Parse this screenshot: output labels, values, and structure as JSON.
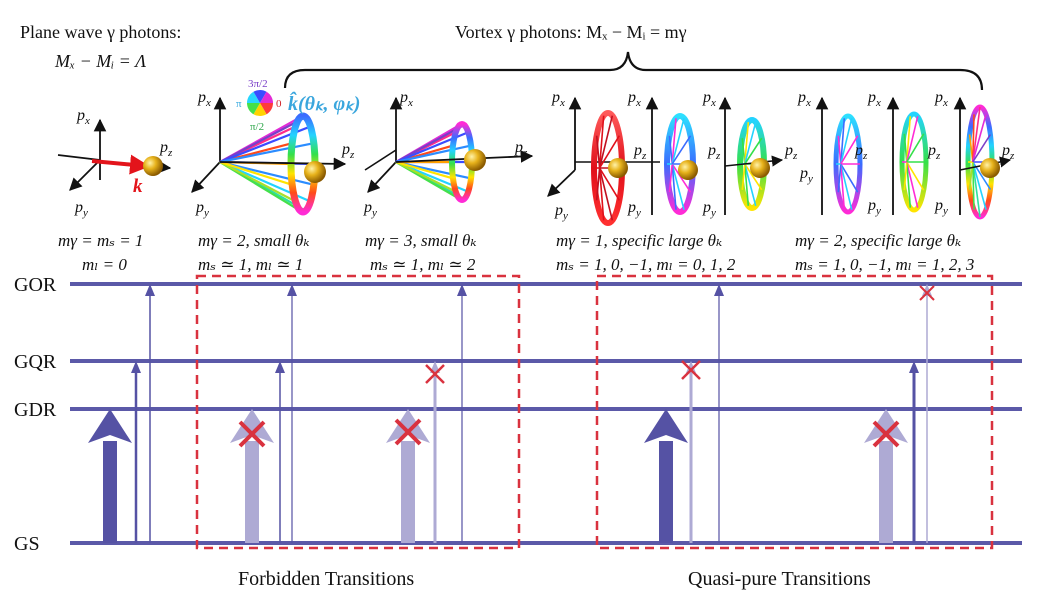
{
  "headers": {
    "plane_wave": "Plane wave γ photons:",
    "plane_wave_eq": "Mₓ − Mᵢ = Λ",
    "vortex": "Vortex γ photons: Mₓ − Mᵢ = mγ"
  },
  "panels": [
    {
      "line1": "mγ = mₛ = 1",
      "line2": "mₗ = 0"
    },
    {
      "line1": "mγ = 2, small θₖ",
      "line2": "mₛ ≃ 1, mₗ ≃ 1"
    },
    {
      "line1": "mγ = 3, small θₖ",
      "line2": "mₛ ≃ 1, mₗ ≃ 2"
    },
    {
      "line1": "mγ = 1, specific large θₖ",
      "line2": "mₛ = 1, 0, −1, mₗ = 0, 1, 2"
    },
    {
      "line1": "mγ = 2, specific large θₖ",
      "line2": "mₛ = 1, 0, −1, mₗ = 1, 2, 3"
    }
  ],
  "axes": {
    "px": "p",
    "py": "p",
    "pz": "p",
    "sub_x": "x",
    "sub_y": "y",
    "sub_z": "z"
  },
  "k_vector": "k",
  "k_hat": "k̂(θₖ, φₖ)",
  "phase_wheel": {
    "top": "3π/2",
    "left": "π",
    "right": "0",
    "bottom": "π/2"
  },
  "levels": [
    "GOR",
    "GQR",
    "GDR",
    "GS"
  ],
  "captions": {
    "forbidden": "Forbidden  Transitions",
    "quasi": "Quasi-pure  Transitions"
  },
  "colors": {
    "level_line": "#5b59a8",
    "arrow_dark": "#5552a4",
    "arrow_light": "#aeaad4",
    "cross": "#d9323f",
    "dashed_box": "#d9323f",
    "k_arrow": "#e3141b",
    "k_hat": "#3aa6dd",
    "sphere": "#e0a814"
  }
}
